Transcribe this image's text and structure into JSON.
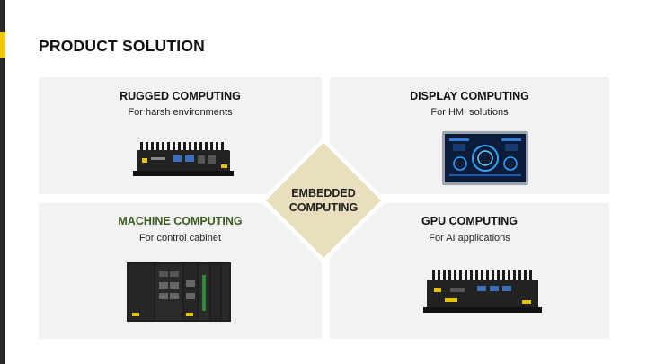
{
  "slide": {
    "title": "PRODUCT SOLUTION",
    "colors": {
      "accent": "#f2c500",
      "panel": "#f2f2f2",
      "diamond": "#e9dfbf",
      "machine_title": "#3b5a1e"
    }
  },
  "center": {
    "line1": "EMBEDDED",
    "line2": "COMPUTING"
  },
  "panels": [
    {
      "title": "RUGGED COMPUTING",
      "subtitle": "For harsh environments",
      "image": "rugged-box-pc"
    },
    {
      "title": "DISPLAY COMPUTING",
      "subtitle": "For HMI solutions",
      "image": "panel-pc-display"
    },
    {
      "title": "MACHINE COMPUTING",
      "subtitle": "For control cabinet",
      "image": "modular-control-pc"
    },
    {
      "title": "GPU COMPUTING",
      "subtitle": "For AI applications",
      "image": "gpu-fanless-pc"
    }
  ]
}
